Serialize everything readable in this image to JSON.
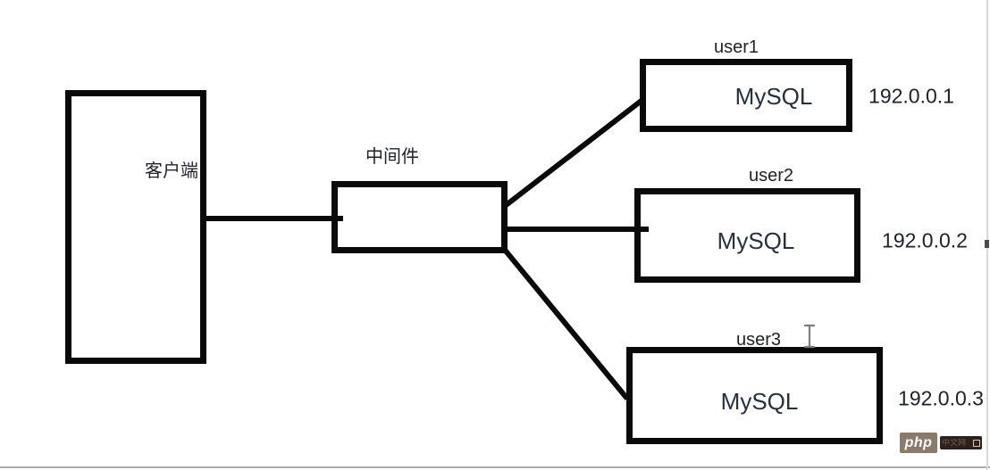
{
  "diagram": {
    "type": "architecture",
    "description": "Client connects through a middleware to three MySQL instances",
    "nodes": {
      "client": {
        "label": "客户端"
      },
      "middleware": {
        "label": "中间件"
      },
      "user1": {
        "title": "user1",
        "label": "MySQL",
        "ip": "192.0.0.1"
      },
      "user2": {
        "title": "user2",
        "label": "MySQL",
        "ip": "192.0.0.2"
      },
      "user3": {
        "title": "user3",
        "label": "MySQL",
        "ip": "192.0.0.3"
      }
    },
    "edges": [
      {
        "from": "客户端",
        "to": "中间件"
      },
      {
        "from": "中间件",
        "to": "user1"
      },
      {
        "from": "中间件",
        "to": "user2"
      },
      {
        "from": "中间件",
        "to": "user3"
      }
    ],
    "colors": {
      "stroke": "#0a0a0a",
      "label_text": "#1d2129",
      "node_text": "#26303e",
      "background": "#ffffff"
    }
  },
  "cursor": {
    "type": "text-ibeam",
    "color": "#7d7d7d"
  },
  "watermark": {
    "brand": "php",
    "suffix": "中文网",
    "badge_bg": "#8b7a6a",
    "bar_bg": "#30201a"
  }
}
